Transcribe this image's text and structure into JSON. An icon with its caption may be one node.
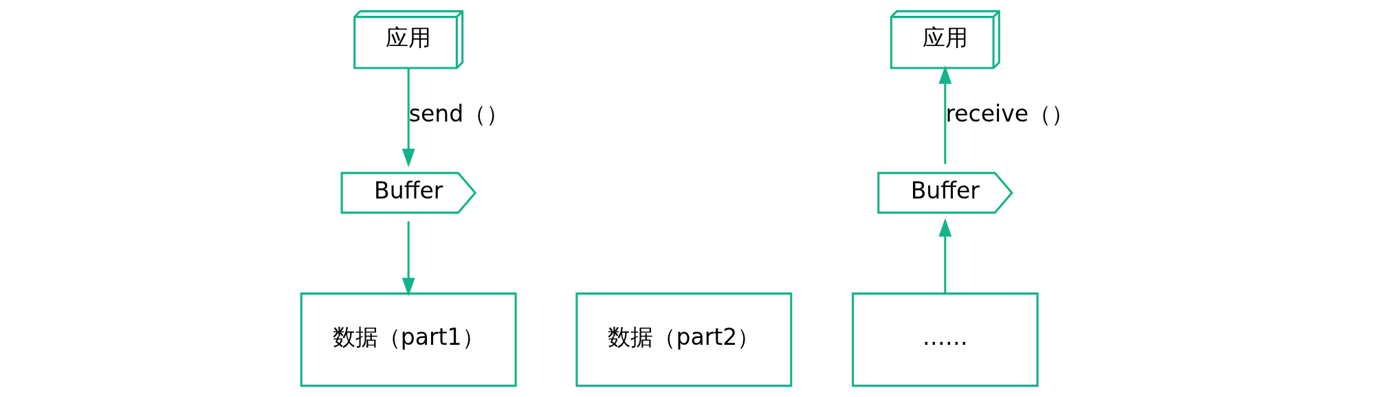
{
  "diagram": {
    "nodes": [
      {
        "text": [
          "应用"
        ]
      },
      {
        "text": [
          "Buffer"
        ]
      },
      {
        "text": [
          "数据（part1）"
        ]
      },
      {
        "text": [
          "数据（part2）"
        ]
      },
      {
        "text": [
          "……"
        ]
      },
      {
        "text": [
          "Buffer"
        ]
      },
      {
        "text": [
          "应用"
        ]
      }
    ],
    "edges": [
      {
        "from": 0,
        "to": 1,
        "arrow": "to",
        "label": "send（）"
      },
      {
        "from": 1,
        "to": 2,
        "arrow": "to"
      },
      {
        "from": 4,
        "to": 5,
        "arrow": "to"
      },
      {
        "from": 5,
        "to": 6,
        "arrow": "to",
        "label": "receive（）"
      }
    ]
  }
}
